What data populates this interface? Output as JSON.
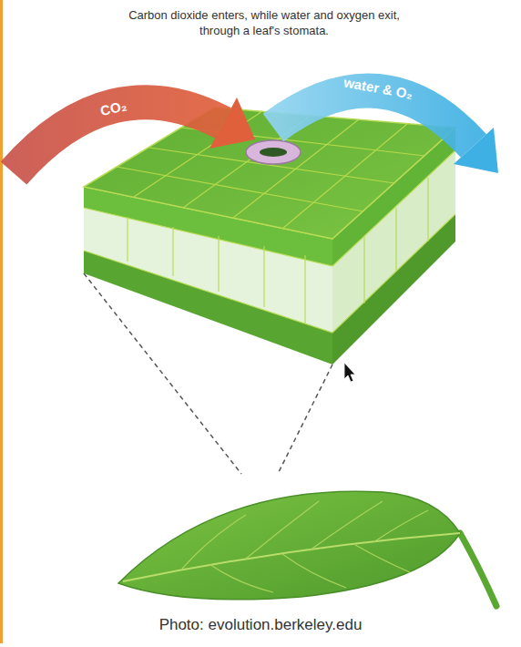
{
  "diagram": {
    "title": "Carbon dioxide enters, while water and oxygen exit, through a leaf's stomata.",
    "labels": [
      "CO₂",
      "water & O₂",
      "Photo: evolution.berkeley.edu"
    ]
  }
}
